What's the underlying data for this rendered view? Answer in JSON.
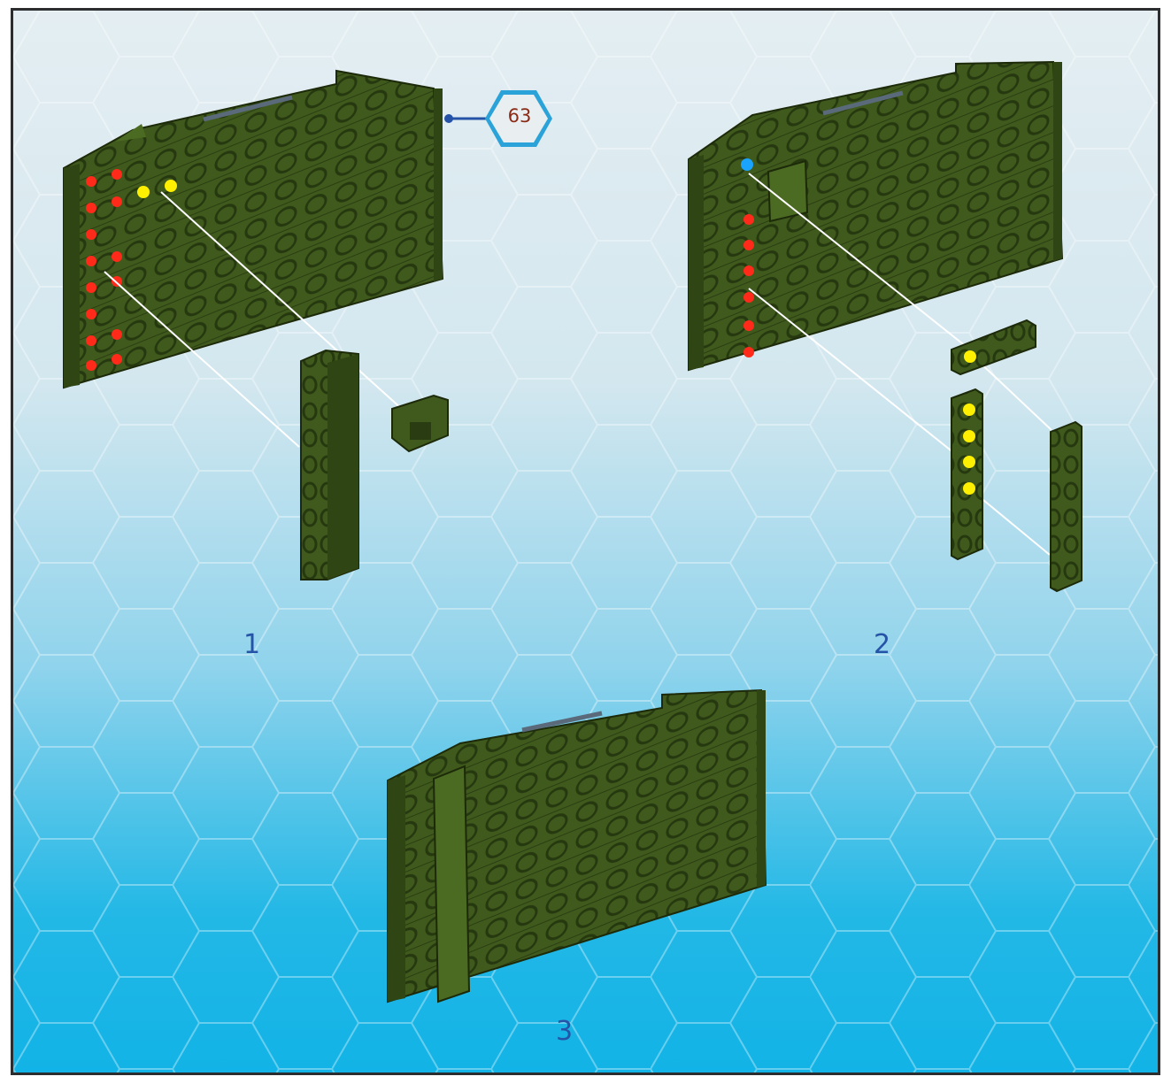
{
  "page": {
    "page_number": "63"
  },
  "steps": [
    {
      "label": "1"
    },
    {
      "label": "2"
    },
    {
      "label": "3"
    }
  ],
  "colors": {
    "brick": "#3f5a1c",
    "brick_dark": "#2a3c12",
    "brick_light": "#5a7a2a",
    "marker_red": "#ff2a1a",
    "marker_yellow": "#ffef00",
    "marker_blue": "#1aa3ff",
    "label_blue": "#2553a7",
    "badge_text": "#8b2b17"
  }
}
